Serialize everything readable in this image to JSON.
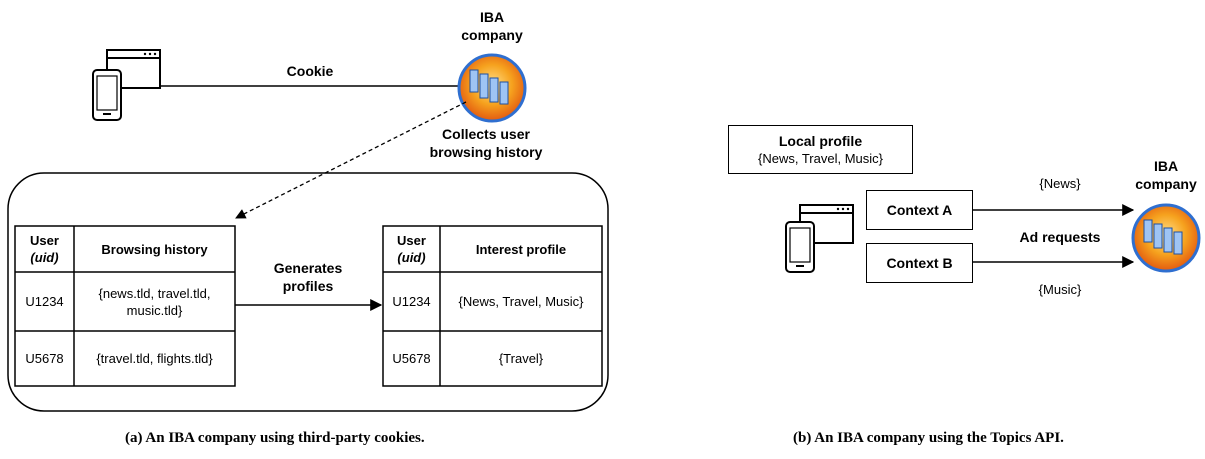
{
  "panel_a": {
    "iba_title_line1": "IBA",
    "iba_title_line2": "company",
    "cookie_label": "Cookie",
    "collects_line1": "Collects user",
    "collects_line2": "browsing history",
    "generates_line1": "Generates",
    "generates_line2": "profiles",
    "table_left": {
      "header_user_line1": "User",
      "header_user_line2": "(uid)",
      "header_col2": "Browsing history",
      "rows": [
        {
          "uid": "U1234",
          "line1": "{news.tld, travel.tld,",
          "line2": "music.tld}"
        },
        {
          "uid": "U5678",
          "line1": "{travel.tld, flights.tld}",
          "line2": ""
        }
      ]
    },
    "table_right": {
      "header_user_line1": "User",
      "header_user_line2": "(uid)",
      "header_col2": "Interest profile",
      "rows": [
        {
          "uid": "U1234",
          "value": "{News, Travel, Music}"
        },
        {
          "uid": "U5678",
          "value": "{Travel}"
        }
      ]
    },
    "caption": "(a) An IBA company using third-party cookies."
  },
  "panel_b": {
    "local_profile_title": "Local profile",
    "local_profile_value": "{News, Travel, Music}",
    "context_a": "Context A",
    "context_b": "Context B",
    "news_label": "{News}",
    "ad_requests": "Ad requests",
    "music_label": "{Music}",
    "iba_title_line1": "IBA",
    "iba_title_line2": "company",
    "caption": "(b) An IBA company using the Topics API."
  },
  "icons": [
    "browser-window-icon",
    "smartphone-icon",
    "server-icon"
  ]
}
